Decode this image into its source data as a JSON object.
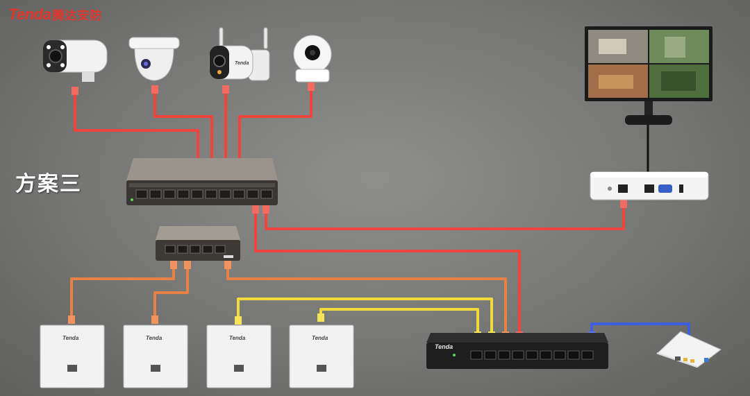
{
  "brand": {
    "name": "Tenda",
    "name_cn": "腾达安防",
    "color": "#e0362c"
  },
  "scheme_title": "方案三",
  "device_labels": {
    "camera_brand": "Tenda",
    "panel_ap_brand": "Tenda",
    "router_brand": "Tenda"
  },
  "devices": {
    "cameras": [
      "bullet-camera",
      "dome-camera",
      "outdoor-wifi-camera",
      "pan-tilt-camera"
    ],
    "panel_aps": 4,
    "switches": [
      "poe-switch-large",
      "poe-switch-small"
    ],
    "router": "poe-router",
    "nvr": "nvr-recorder",
    "monitor": "monitor-display",
    "modem": "optical-modem"
  },
  "colors": {
    "cable_red": "#f0453c",
    "cable_orange": "#e88145",
    "cable_yellow": "#efdb3c",
    "cable_blue": "#3f5ee0"
  }
}
